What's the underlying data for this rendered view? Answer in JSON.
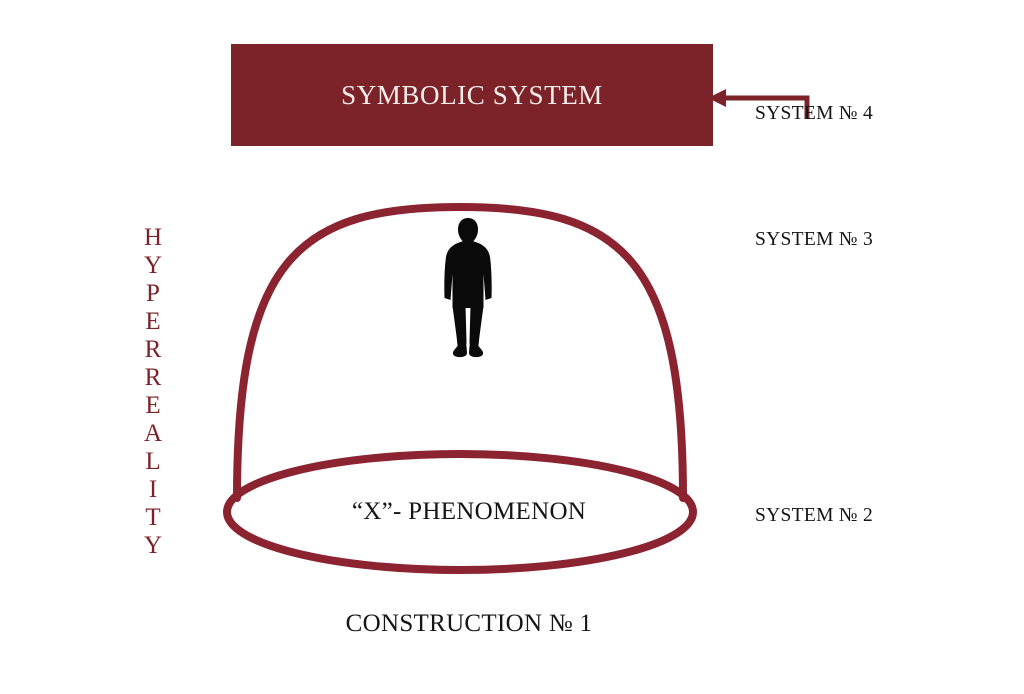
{
  "diagram": {
    "background_color": "#ffffff",
    "accent_color": "#7B2328",
    "dome_stroke_color": "#8B2430",
    "text_color": "#151515",
    "banner_text_color": "#F6EEEB",
    "banner": {
      "title": "SYMBOLIC SYSTEM"
    },
    "arrow": {
      "name": "elbow-arrow-to-symbolic-system",
      "direction": "left"
    },
    "side_labels": [
      {
        "text": "SYSTEM № 4"
      },
      {
        "text": "SYSTEM № 3"
      },
      {
        "text": "SYSTEM № 2"
      }
    ],
    "vertical_label": {
      "word": "HYPERREALITY",
      "letters": [
        "H",
        "Y",
        "P",
        "E",
        "R",
        "R",
        "E",
        "A",
        "L",
        "I",
        "T",
        "Y"
      ]
    },
    "dome": {
      "name": "hyperreality-dome",
      "inner_label": "“X”- PHENOMENON",
      "figure_label": "human-silhouette"
    },
    "caption": {
      "text": "CONSTRUCTION № 1"
    }
  }
}
